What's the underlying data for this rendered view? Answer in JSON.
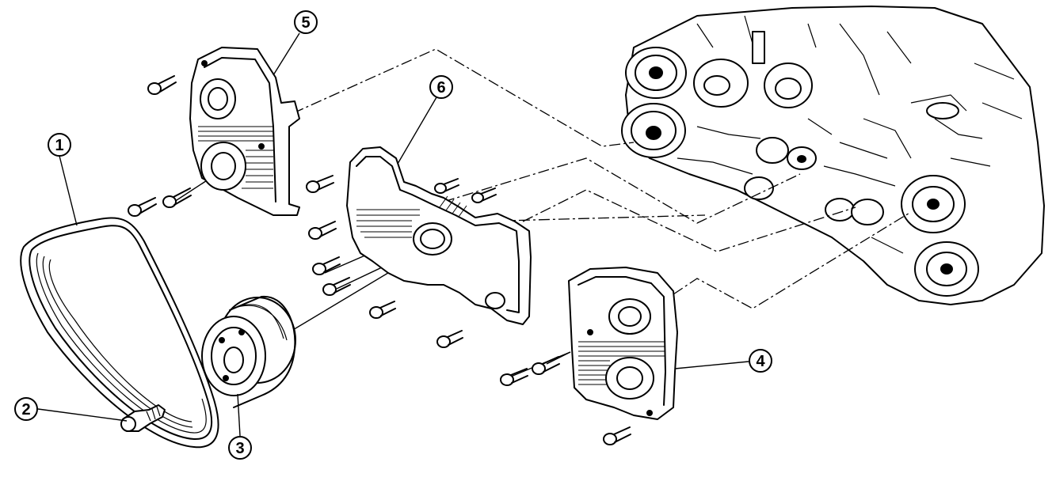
{
  "callouts": [
    {
      "id": "1",
      "label": "1"
    },
    {
      "id": "2",
      "label": "2"
    },
    {
      "id": "3",
      "label": "3"
    },
    {
      "id": "4",
      "label": "4"
    },
    {
      "id": "5",
      "label": "5"
    },
    {
      "id": "6",
      "label": "6"
    }
  ],
  "parts": [
    {
      "callout": "1",
      "depiction": "drive-belt"
    },
    {
      "callout": "2",
      "depiction": "crankshaft-pulley-bolt"
    },
    {
      "callout": "3",
      "depiction": "crankshaft-pulley"
    },
    {
      "callout": "4",
      "depiction": "timing-belt-cover-left"
    },
    {
      "callout": "5",
      "depiction": "timing-belt-cover-right"
    },
    {
      "callout": "6",
      "depiction": "front-belt-cover"
    }
  ],
  "colors": {
    "ink": "#000000",
    "paper": "#ffffff"
  }
}
